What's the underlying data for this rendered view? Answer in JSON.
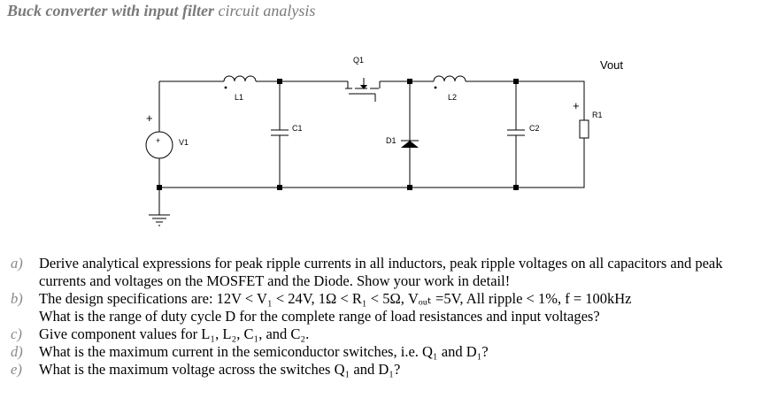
{
  "title": {
    "bold": "Buck converter with input filter",
    "rest": "circuit analysis"
  },
  "circuit": {
    "labels": {
      "q1": "Q1",
      "l1": "L1",
      "l2": "L2",
      "c1": "C1",
      "c2": "C2",
      "d1": "D1",
      "v1": "V1",
      "r1": "R1",
      "vout": "Vout",
      "plus": "+",
      "v1_plus": "+"
    }
  },
  "questions": [
    {
      "letter": "a)",
      "text": "Derive analytical expressions for peak ripple currents in all inductors, peak ripple voltages on all capacitors and peak currents and voltages on the MOSFET and the Diode. Show your work in detail!"
    },
    {
      "letter": "b)",
      "line1": "The design specifications are: 12V < V₁ < 24V, 1Ω < R₁ < 5Ω, Vₒᵤₜ =5V, All ripple < 1%, f = 100kHz",
      "line2": "What is the range of duty cycle D for the complete range of load resistances and input voltages?"
    },
    {
      "letter": "c)",
      "text": "Give component values for L₁, L₂, C₁, and C₂."
    },
    {
      "letter": "d)",
      "text": "What is the maximum current in the semiconductor switches, i.e. Q₁ and D₁?"
    },
    {
      "letter": "e)",
      "text": "What is the maximum voltage across the switches Q₁ and D₁?"
    }
  ]
}
